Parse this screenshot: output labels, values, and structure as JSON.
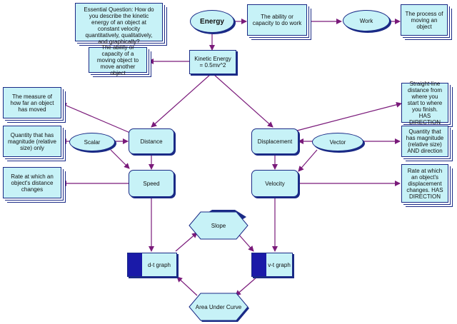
{
  "nodes": {
    "essential_question": "Essential Question: How do you describe the kinetic energy of an object at constant velocity quantitatively, qualitatively, and graphically?",
    "energy": "Energy",
    "energy_definition": "The ability or capacity to do work",
    "work": "Work",
    "work_definition": "The process of moving an object",
    "kinetic_energy": "Kinetic Energy = 0.5mv^2",
    "kinetic_definition": "The ability or capacity of a moving object to move another object",
    "distance": "Distance",
    "distance_definition": "The measure of how far an object has moved",
    "scalar": "Scalar",
    "scalar_definition": "Quantity that has magnitude (relative size) only",
    "speed": "Speed",
    "speed_definition": "Rate at which an object's distance changes",
    "displacement": "Displacement",
    "displacement_definition": "Straight-line distance from where you start to where you finish. HAS DIRECTION",
    "vector": "Vector",
    "vector_definition": "Quantity that has magnitude (relative size) AND direction",
    "velocity": "Velocity",
    "velocity_definition": "Rate at which an object's displacement changes.  HAS DIRECTION",
    "slope": "Slope",
    "dt_graph": "d-t graph",
    "vt_graph": "v-t graph",
    "area_under_curve": "Area Under Curve"
  },
  "colors": {
    "node_fill": "#c7f2f7",
    "node_border": "#1a2a86",
    "connector": "#7a1a7a",
    "graph_bar": "#1a1aa8"
  }
}
